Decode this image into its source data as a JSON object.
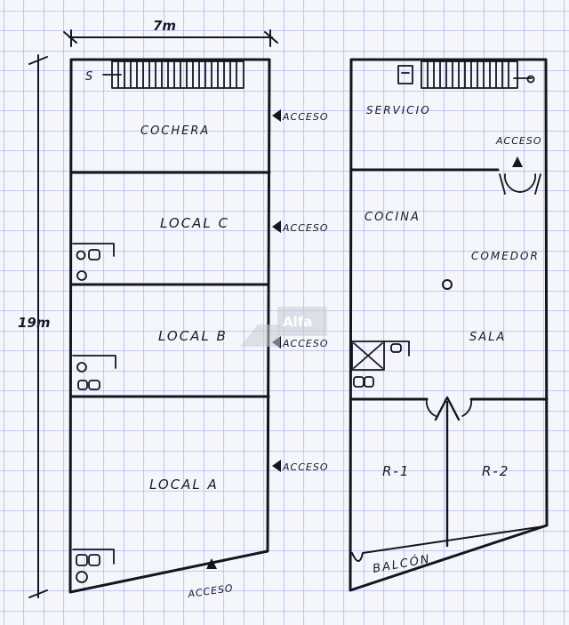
{
  "dimensions": {
    "width_label": "7m",
    "height_label": "19m"
  },
  "watermark": "Alfa",
  "left_plan": {
    "rooms": [
      "COCHERA",
      "LOCAL C",
      "LOCAL B",
      "LOCAL A"
    ],
    "stair_mark": "S",
    "access_labels": [
      "ACCESO",
      "ACCESO",
      "ACCESO",
      "ACCESO",
      "ACCESO"
    ]
  },
  "right_plan": {
    "rooms": [
      "SERVICIO",
      "COCINA",
      "COMEDOR",
      "SALA",
      "R-1",
      "R-2",
      "BALCÓN"
    ],
    "access_label": "ACCESO"
  }
}
